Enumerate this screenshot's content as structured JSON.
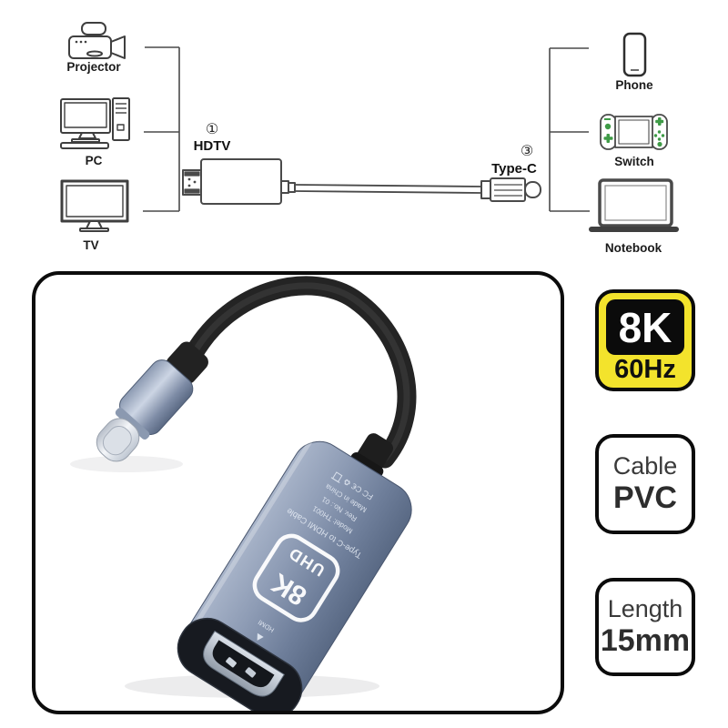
{
  "diagram": {
    "sources": [
      {
        "name": "projector",
        "label": "Projector"
      },
      {
        "name": "pc",
        "label": "PC"
      },
      {
        "name": "tv",
        "label": "TV"
      }
    ],
    "targets": [
      {
        "name": "phone",
        "label": "Phone"
      },
      {
        "name": "switch",
        "label": "Switch"
      },
      {
        "name": "notebook",
        "label": "Notebook"
      }
    ],
    "connector_hdtv": {
      "number": "①",
      "label": "HDTV"
    },
    "connector_typec": {
      "number": "③",
      "label": "Type-C"
    }
  },
  "product": {
    "logo_line1": "8K",
    "logo_line2": "UHD",
    "print": {
      "cert_text": "FC C€ ♻",
      "line_made": "Made in China",
      "line_rev": "Rev. No.: 01",
      "line_model": "Model: TH001",
      "line_title": "Type-C to HDMI Cable"
    },
    "port_label": "HDMI"
  },
  "badges": {
    "resolution": {
      "top": "8K",
      "bottom": "60Hz"
    },
    "cable": {
      "top": "Cable",
      "bottom": "PVC"
    },
    "length": {
      "top": "Length",
      "bottom": "15mm"
    }
  },
  "colors": {
    "badge_yellow": "#F3E32C",
    "metal_body": "#7C8BA6",
    "cable_black": "#242424",
    "switch_green": "#3F9B47"
  }
}
